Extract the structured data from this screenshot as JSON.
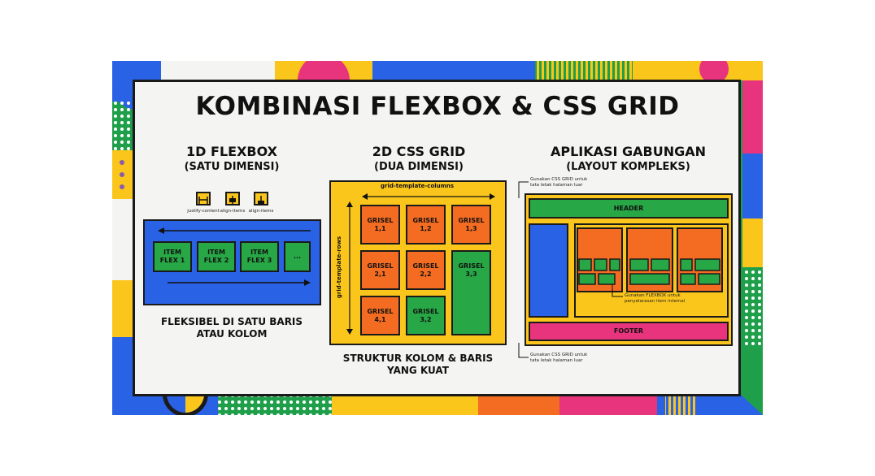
{
  "title": "KOMBINASI FLEXBOX & CSS GRID",
  "flexbox": {
    "title": "1D FLEXBOX",
    "subtitle": "(SATU DIMENSI)",
    "icons": [
      {
        "name": "justify-content-icon",
        "label": "justify-content"
      },
      {
        "name": "align-items-icon",
        "label": "align-items"
      },
      {
        "name": "align-items-icon",
        "label": "align-items"
      }
    ],
    "items": [
      "ITEM\nFLEX 1",
      "ITEM\nFLEX 2",
      "ITEM\nFLEX 3",
      "..."
    ],
    "caption_line1": "FLEKSIBEL DI SATU BARIS",
    "caption_line2": "ATAU KOLOM"
  },
  "grid": {
    "title": "2D CSS GRID",
    "subtitle": "(DUA DIMENSI)",
    "columns_label": "grid-template-columns",
    "rows_label": "grid-template-rows",
    "cells": [
      "GRISEL\n1,1",
      "GRISEL\n1,2",
      "GRISEL\n1,3",
      "GRISEL\n2,1",
      "GRISEL\n2,2",
      "GRISEL\n3,3",
      "GRISEL\n4,1",
      "GRISEL\n3,2"
    ],
    "caption_line1": "STRUKTUR KOLOM & BARIS",
    "caption_line2": "YANG KUAT"
  },
  "combined": {
    "title": "APLIKASI GABUNGAN",
    "subtitle": "(LAYOUT KOMPLEKS)",
    "header_label": "HEADER",
    "footer_label": "FOOTER",
    "note_top": "Gunakan CSS GRID untuk\ntata letak halaman luar",
    "note_middle": "Gunakan FLEXBOX untuk\npenyelarasan item internal",
    "note_bottom": "Gunakan CSS GRID untuk\ntata letak halaman luar"
  },
  "colors": {
    "blue": "#2a62e6",
    "green": "#27a745",
    "yellow": "#fbc61c",
    "orange": "#f36c21",
    "pink": "#e8347d",
    "card": "#f4f4f2",
    "ink": "#1a1a1a"
  }
}
